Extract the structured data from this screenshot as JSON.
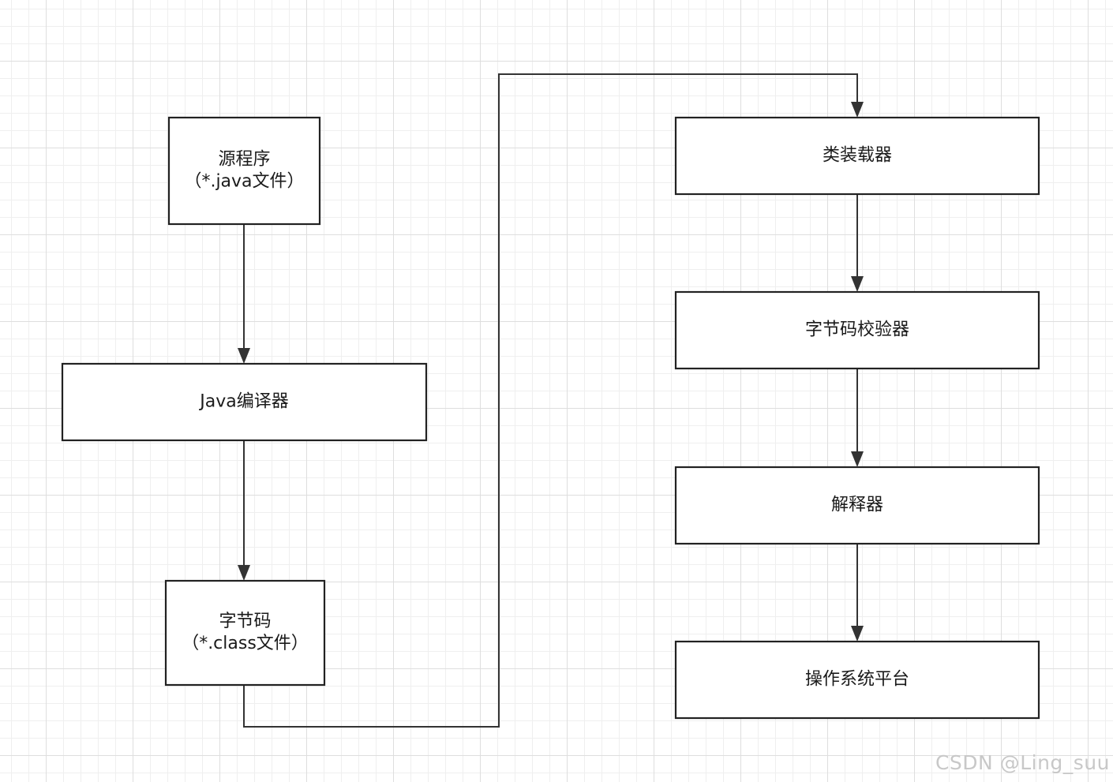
{
  "diagram": {
    "nodes": [
      {
        "id": "source",
        "lines": [
          "源程序",
          "（*.java文件）"
        ]
      },
      {
        "id": "compiler",
        "lines": [
          "Java编译器"
        ]
      },
      {
        "id": "bytecode",
        "lines": [
          "字节码",
          "（*.class文件）"
        ]
      },
      {
        "id": "classloader",
        "lines": [
          "类装载器"
        ]
      },
      {
        "id": "verifier",
        "lines": [
          "字节码校验器"
        ]
      },
      {
        "id": "interpreter",
        "lines": [
          "解释器"
        ]
      },
      {
        "id": "platform",
        "lines": [
          "操作系统平台"
        ]
      }
    ],
    "edges": [
      {
        "from": "source",
        "to": "compiler"
      },
      {
        "from": "compiler",
        "to": "bytecode"
      },
      {
        "from": "bytecode",
        "to": "classloader"
      },
      {
        "from": "classloader",
        "to": "verifier"
      },
      {
        "from": "verifier",
        "to": "interpreter"
      },
      {
        "from": "interpreter",
        "to": "platform"
      }
    ]
  },
  "watermark": "CSDN @Ling_suu"
}
